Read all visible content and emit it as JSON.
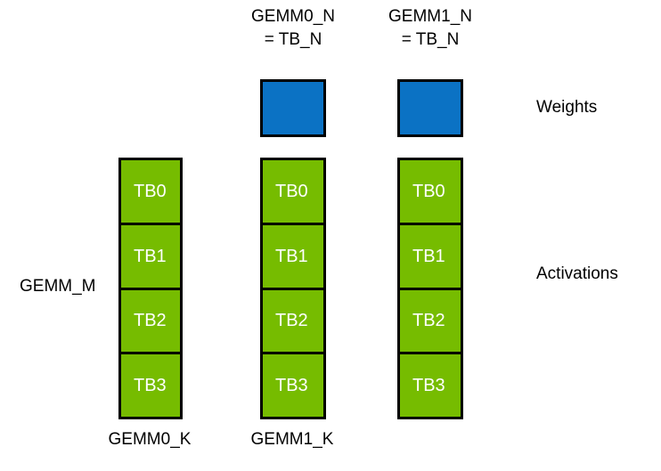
{
  "diagram": {
    "title_top_labels": [
      {
        "line1": "GEMM0_N",
        "line2": "= TB_N"
      },
      {
        "line1": "GEMM1_N",
        "line2": "= TB_N"
      }
    ],
    "row_labels": {
      "weights": "Weights",
      "activations": "Activations"
    },
    "left_label": "GEMM_M",
    "bottom_labels": [
      "GEMM0_K",
      "GEMM1_K"
    ],
    "weight_blocks": [
      {
        "name": "gemm0-weight-block"
      },
      {
        "name": "gemm1-weight-block"
      }
    ],
    "activation_columns": [
      {
        "cells": [
          "TB0",
          "TB1",
          "TB2",
          "TB3"
        ]
      },
      {
        "cells": [
          "TB0",
          "TB1",
          "TB2",
          "TB3"
        ]
      },
      {
        "cells": [
          "TB0",
          "TB1",
          "TB2",
          "TB3"
        ]
      }
    ],
    "colors": {
      "weight_fill": "#0B72C4",
      "activation_fill": "#76BC00",
      "border": "#000000",
      "cell_text": "#FFFFFF",
      "label_text": "#000000",
      "background": "#FFFFFF"
    }
  }
}
